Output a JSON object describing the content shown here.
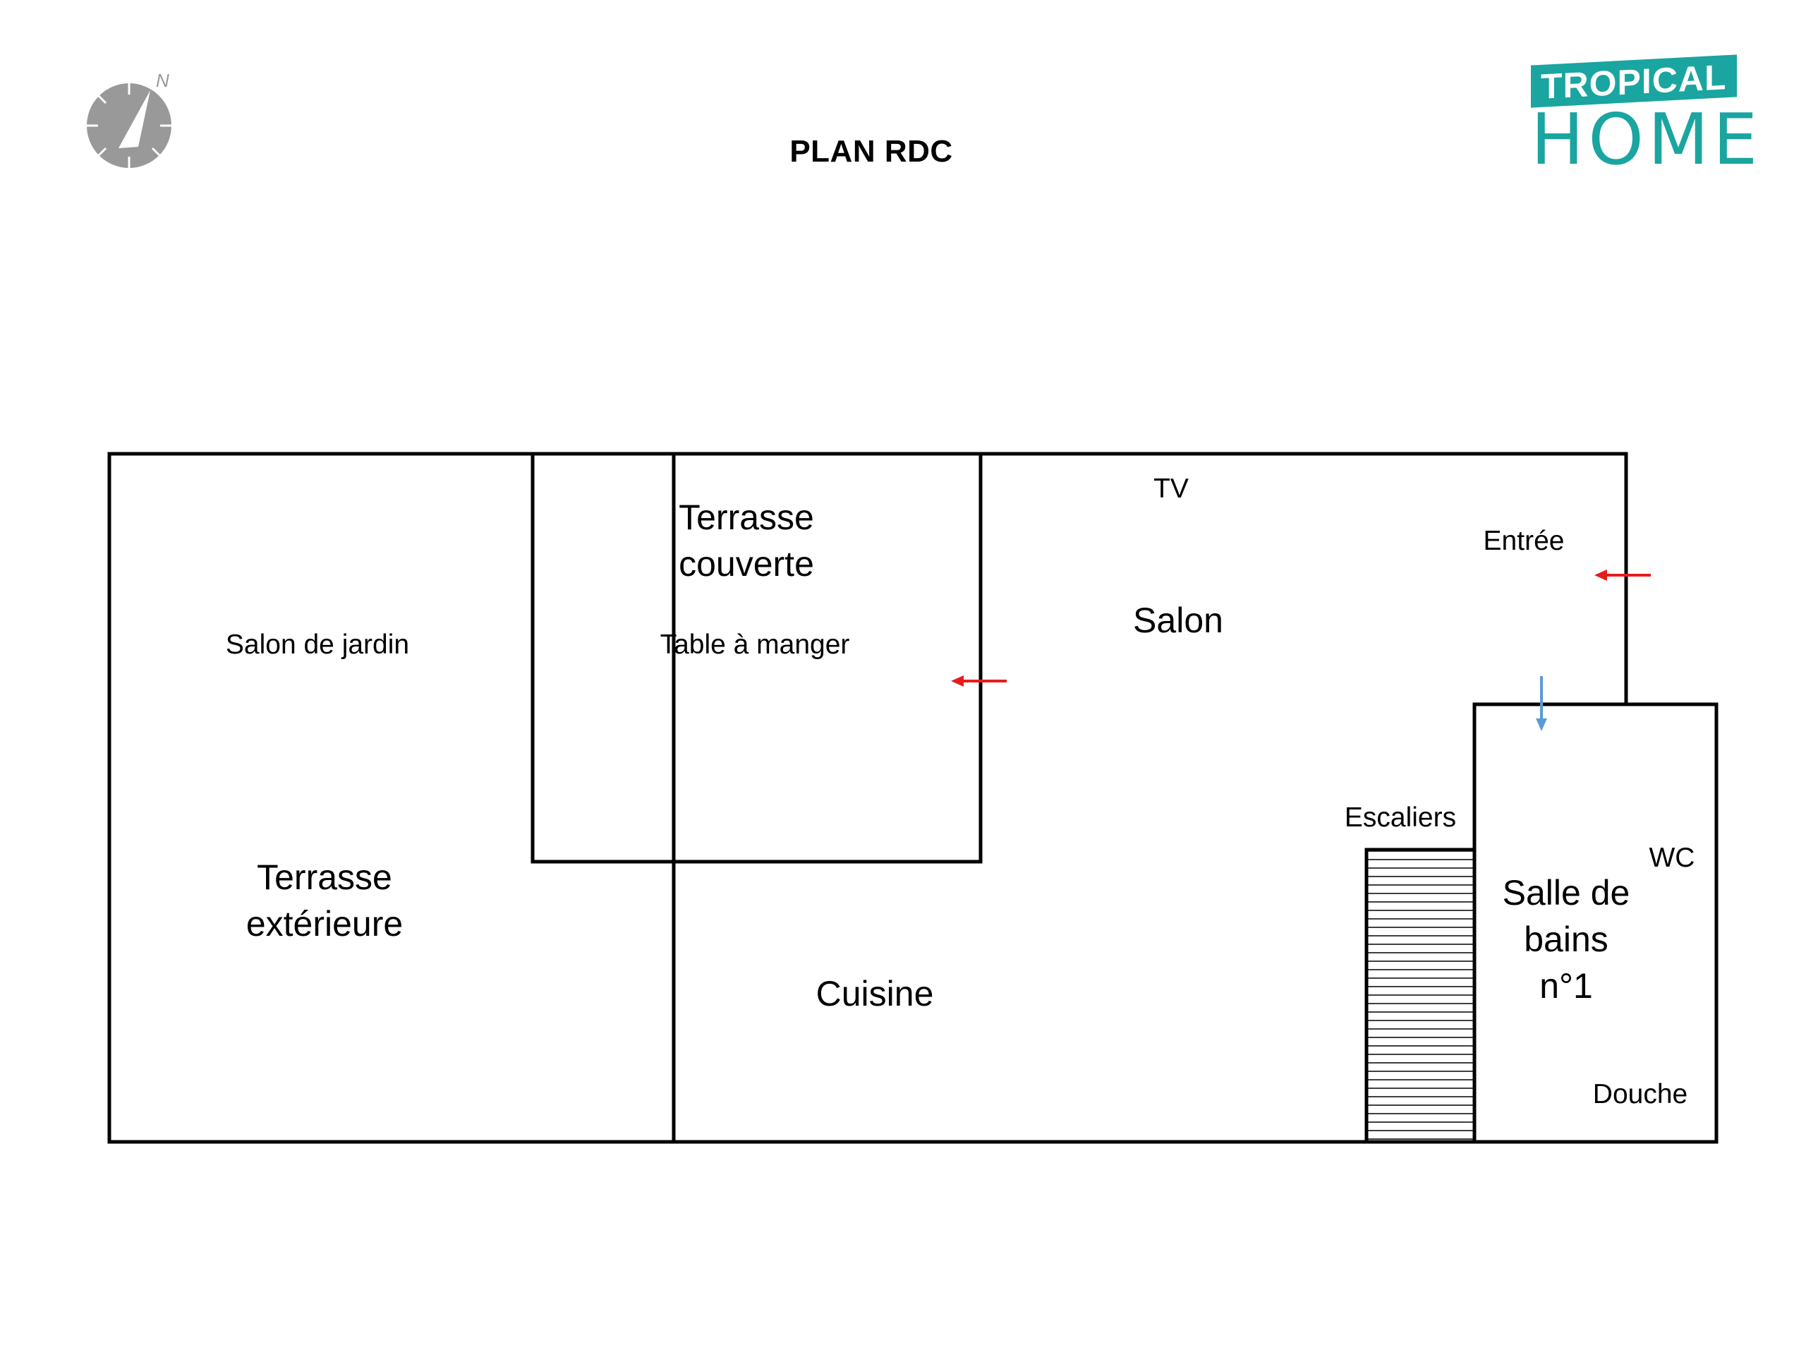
{
  "title": "PLAN RDC",
  "logo": {
    "line1": "TROPICAL",
    "line2": "HOME",
    "color": "#1aa5a0"
  },
  "compass": {
    "north_label": "N",
    "color": "#999999"
  },
  "rooms": {
    "terrasse_exterieure": "Terrasse\nextérieure",
    "salon_de_jardin": "Salon de jardin",
    "terrasse_couverte": "Terrasse\ncouverte",
    "table_a_manger": "Table à manger",
    "salon": "Salon",
    "tv": "TV",
    "entree": "Entrée",
    "cuisine": "Cuisine",
    "escaliers": "Escaliers",
    "salle_de_bains": "Salle de\nbains\nn°1",
    "wc": "WC",
    "douche": "Douche"
  },
  "arrow_colors": {
    "door": "#e81c1c",
    "bath_door": "#5b9bd5"
  }
}
